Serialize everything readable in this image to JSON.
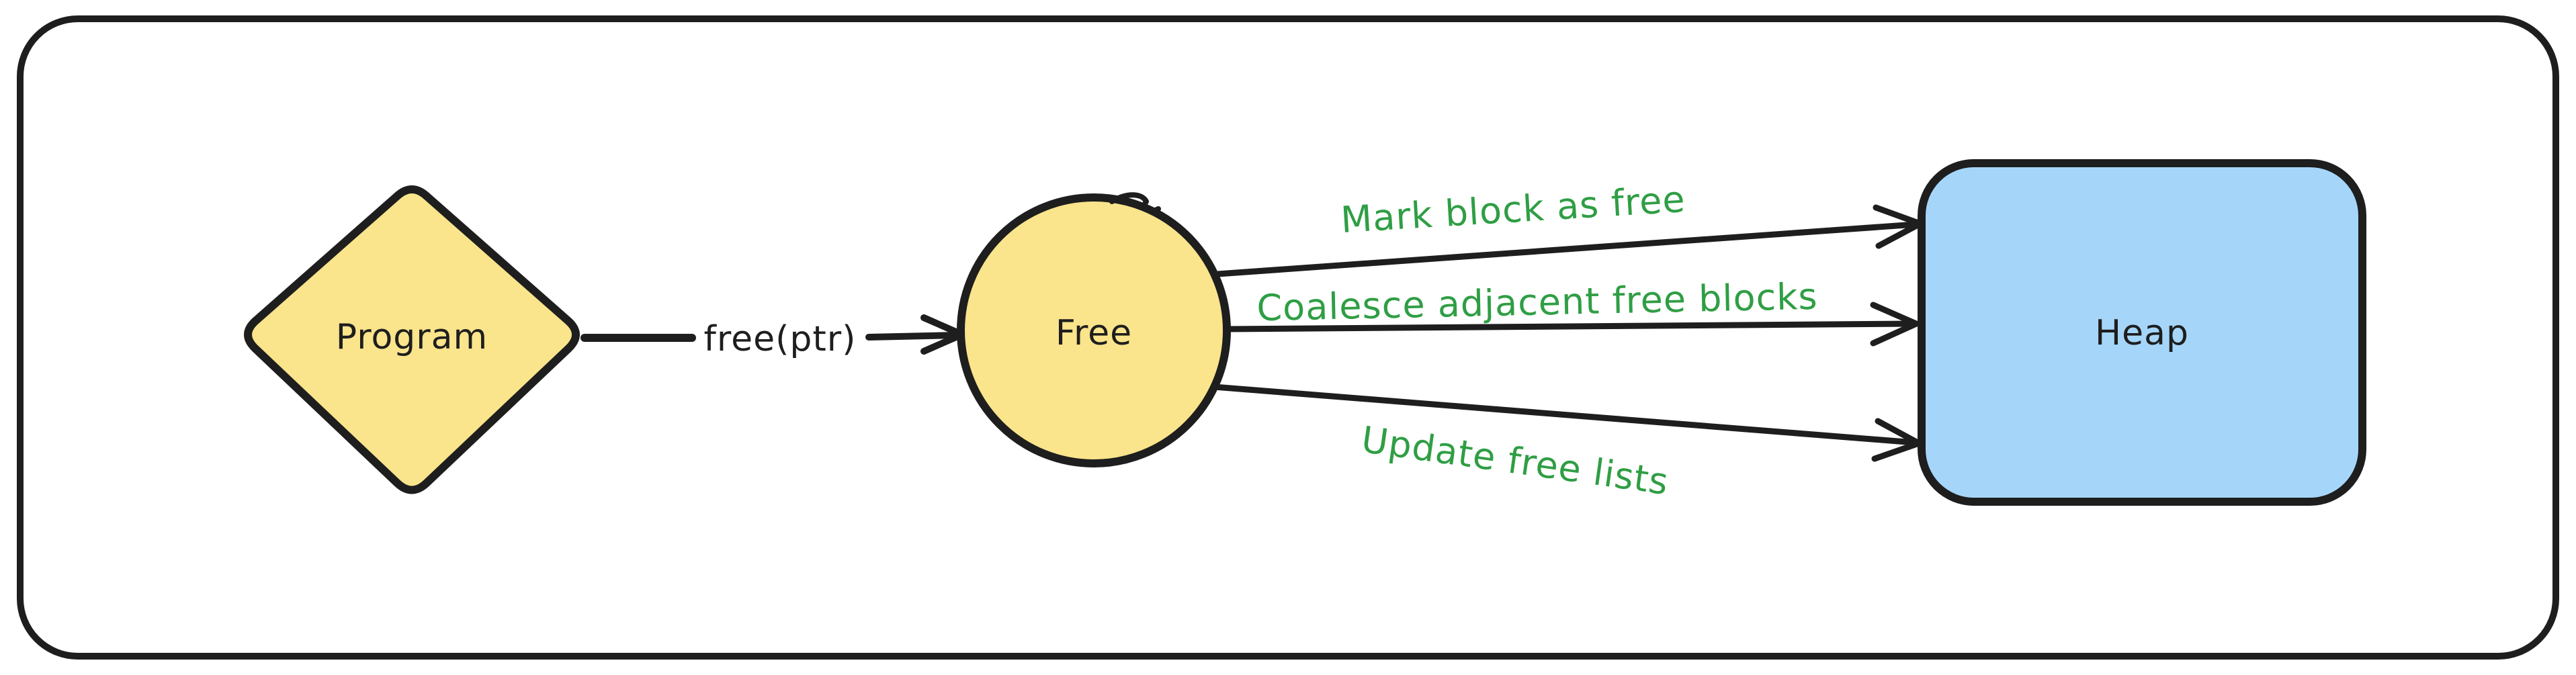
{
  "diagram": {
    "type": "flow-diagram",
    "nodes": {
      "program": {
        "label": "Program",
        "shape": "diamond"
      },
      "free": {
        "label": "Free",
        "shape": "circle"
      },
      "heap": {
        "label": "Heap",
        "shape": "rounded-rectangle"
      }
    },
    "edges": {
      "call": {
        "from": "Program",
        "to": "Free",
        "label": "free(ptr)"
      },
      "mark": {
        "from": "Free",
        "to": "Heap",
        "label": "Mark block as free"
      },
      "coalesce": {
        "from": "Free",
        "to": "Heap",
        "label": "Coalesce adjacent free blocks"
      },
      "update": {
        "from": "Free",
        "to": "Heap",
        "label": "Update free lists"
      }
    },
    "colors": {
      "ink": "#1e1e1e",
      "node_fill_yellow": "#fae48c",
      "node_fill_blue": "#a5d6fa",
      "edge_label_green": "#2f9e44",
      "background": "#ffffff"
    }
  }
}
